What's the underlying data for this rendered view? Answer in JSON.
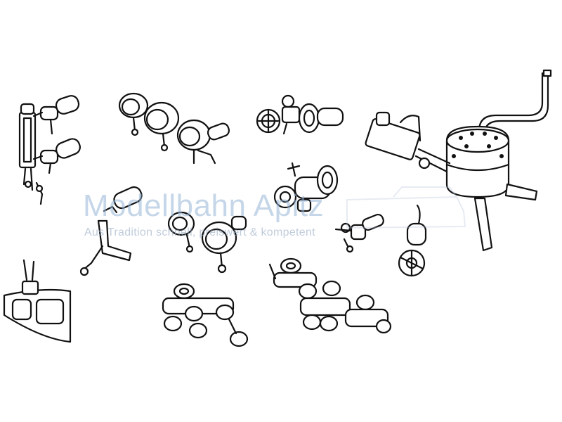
{
  "watermark": {
    "title": "Modellbahn Apitz",
    "subtitle": "Aus Tradition schnell, preiswert & kompetent",
    "color": "#96b4d7"
  },
  "illustration": {
    "style": "black line drawing",
    "background": "#ffffff",
    "parts": [
      "injector-assembly",
      "gauge-cluster",
      "valve-wheel-assembly",
      "sand-dome-with-pipe",
      "lever-bracket",
      "lamp-pair",
      "cock-valve",
      "handwheel-valve",
      "reversing-handle",
      "front-plate",
      "pipe-manifold-left",
      "pipe-manifold-right"
    ]
  }
}
